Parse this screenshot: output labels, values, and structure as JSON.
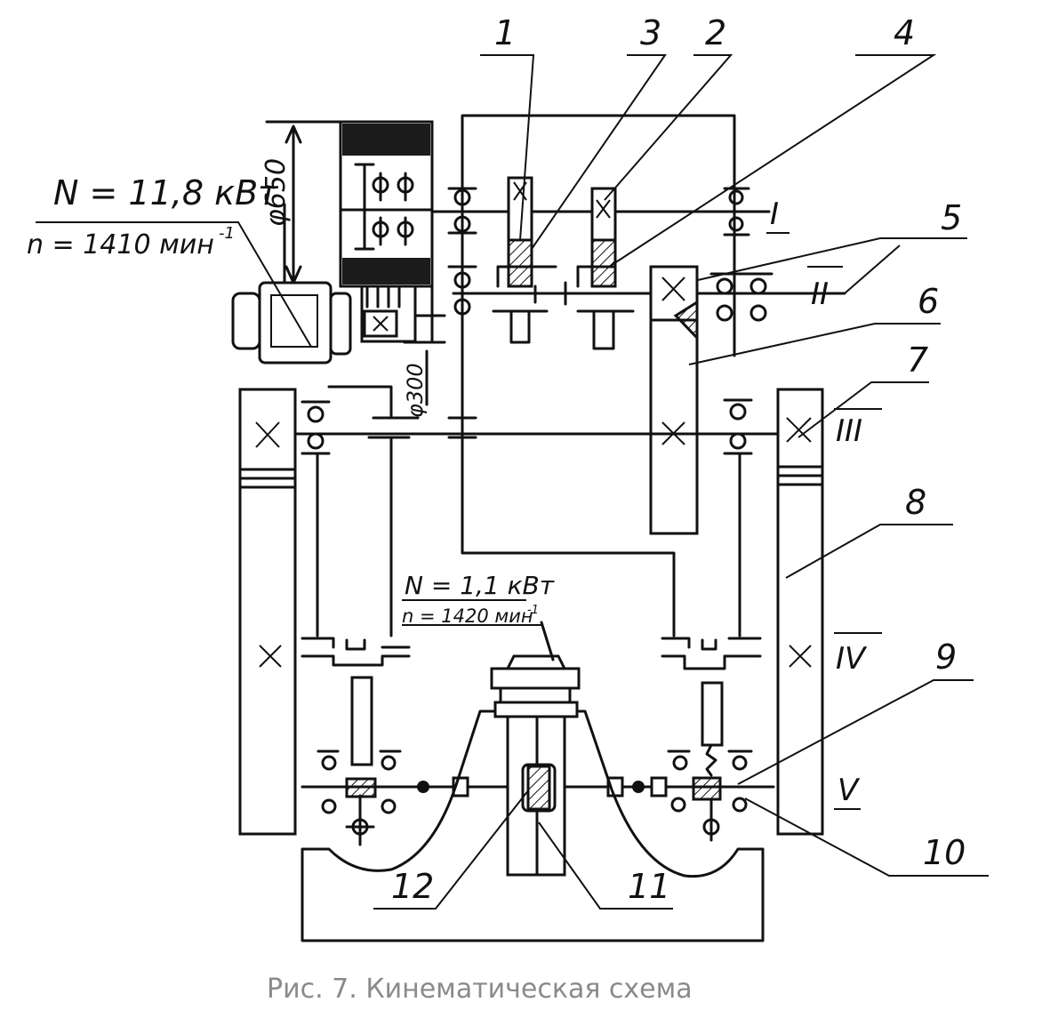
{
  "labels": {
    "parts": [
      "1",
      "2",
      "3",
      "4",
      "5",
      "6",
      "7",
      "8",
      "9",
      "10",
      "11",
      "12"
    ],
    "shafts": [
      "I",
      "II",
      "III",
      "IV",
      "V"
    ]
  },
  "motor_main": {
    "power": "N = 11,8 кВт",
    "speed": "n = 1410 мин"
  },
  "motor_aux": {
    "power": "N = 1,1 кВт",
    "speed": "n = 1420 мин"
  },
  "dimensions": {
    "d650": "φ650",
    "d300": "φ300"
  },
  "caption": "Рис. 7. Кинематическая схема",
  "colors": {
    "ink": "#111111",
    "caption": "#8a8a8a"
  }
}
